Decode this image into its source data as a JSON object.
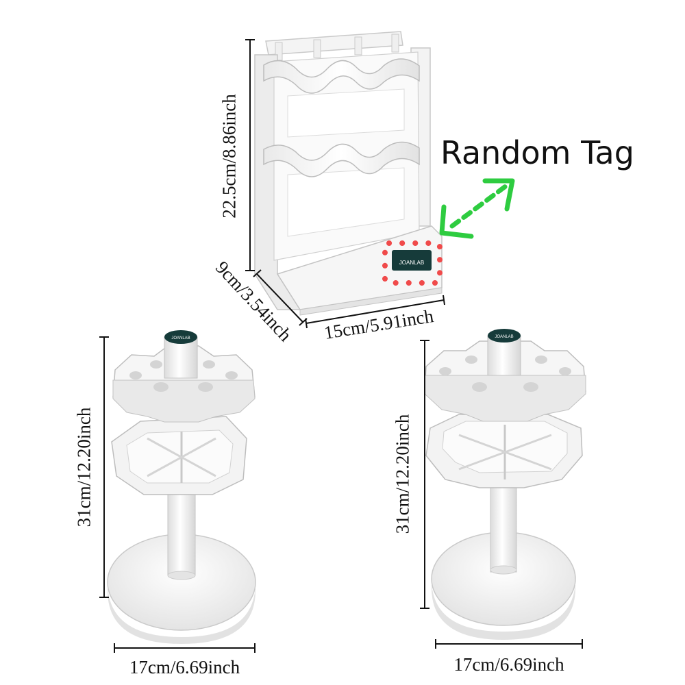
{
  "annotation": {
    "tag_label": "Random Tag",
    "arrow_color": "#2ecc40",
    "highlight_color": "#f04a4a"
  },
  "products": {
    "rack": {
      "logo_text": "JOANLAB",
      "height_label": "22.5cm/8.86inch",
      "depth_label": "9cm/3.54inch",
      "width_label": "15cm/5.91inch"
    },
    "carousel_left": {
      "logo_text": "JOANLAB",
      "height_label": "31cm/12.20inch",
      "base_label": "17cm/6.69inch"
    },
    "carousel_right": {
      "logo_text": "JOANLAB",
      "height_label": "31cm/12.20inch",
      "base_label": "17cm/6.69inch"
    }
  }
}
